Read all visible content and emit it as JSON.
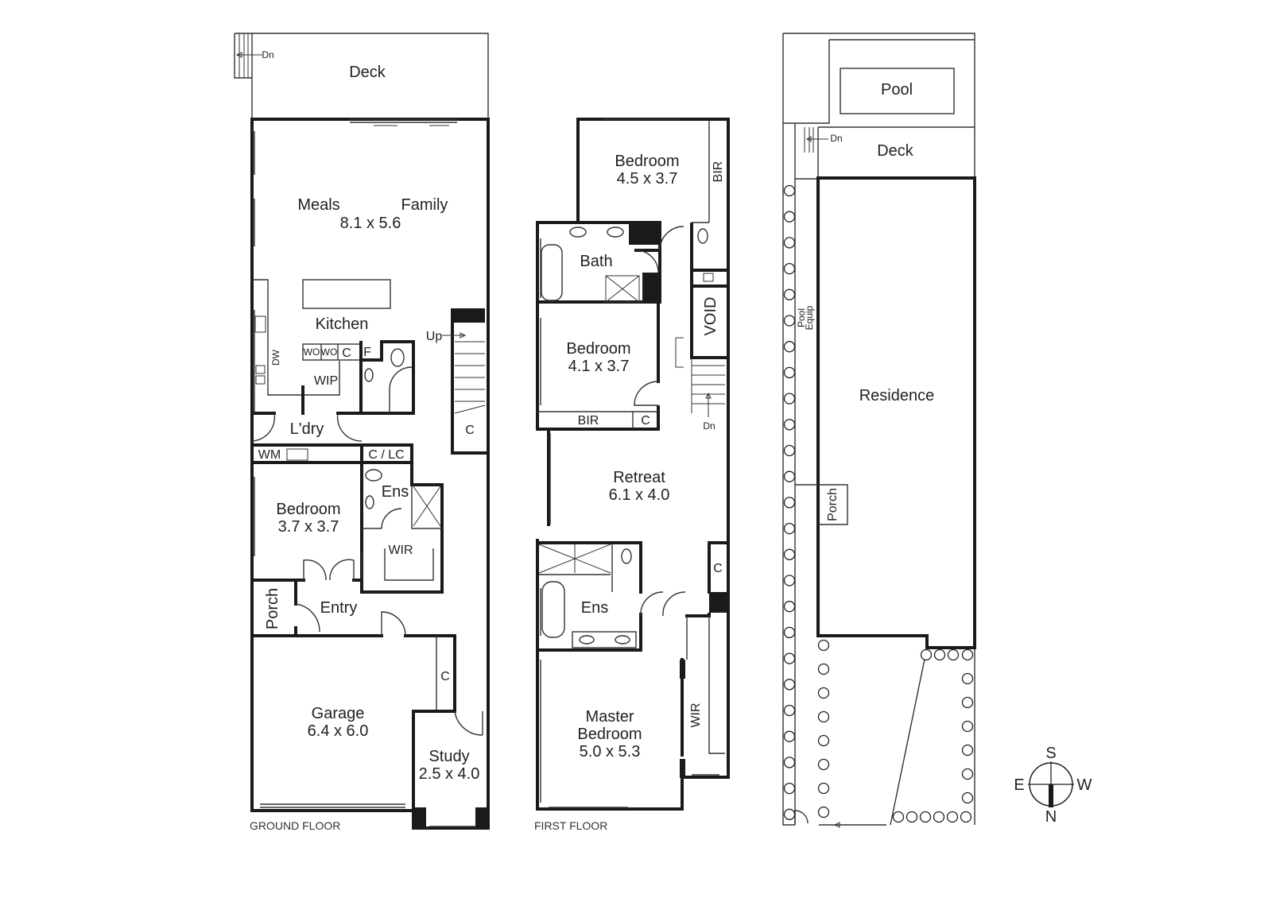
{
  "ground_floor": {
    "caption": "GROUND FLOOR",
    "deck": "Deck",
    "deck_stair": "Dn",
    "meals": "Meals",
    "family": "Family",
    "meals_family_size": "8.1 x 5.6",
    "kitchen": "Kitchen",
    "dw": "DW",
    "wo1": "WO",
    "wo2": "WO",
    "c_kitchen": "C",
    "f": "F",
    "wip": "WIP",
    "stair_up": "Up",
    "c_stair": "C",
    "laundry": "L'dry",
    "wm": "WM",
    "c_lc": "C / LC",
    "bedroom": "Bedroom",
    "bedroom_size": "3.7 x 3.7",
    "ens": "Ens",
    "wir": "WIR",
    "porch": "Porch",
    "entry": "Entry",
    "garage": "Garage",
    "garage_size": "6.4 x 6.0",
    "c_garage": "C",
    "study": "Study",
    "study_size": "2.5 x 4.0"
  },
  "first_floor": {
    "caption": "FIRST FLOOR",
    "bedroom1": "Bedroom",
    "bedroom1_size": "4.5 x 3.7",
    "bir1": "BIR",
    "bath": "Bath",
    "bedroom2": "Bedroom",
    "bedroom2_size": "4.1 x 3.7",
    "bir2": "BIR",
    "c_bed2": "C",
    "void": "VOID",
    "stair_dn": "Dn",
    "retreat": "Retreat",
    "retreat_size": "6.1 x 4.0",
    "c_retreat": "C",
    "ens": "Ens",
    "master": "Master",
    "master2": "Bedroom",
    "master_size": "5.0 x 5.3",
    "wir": "WIR"
  },
  "site_plan": {
    "pool": "Pool",
    "deck": "Deck",
    "deck_stair": "Dn",
    "pool_equip_1": "Pool",
    "pool_equip_2": "Equip",
    "residence": "Residence",
    "porch": "Porch"
  },
  "compass": {
    "n": "N",
    "s": "S",
    "e": "E",
    "w": "W"
  }
}
